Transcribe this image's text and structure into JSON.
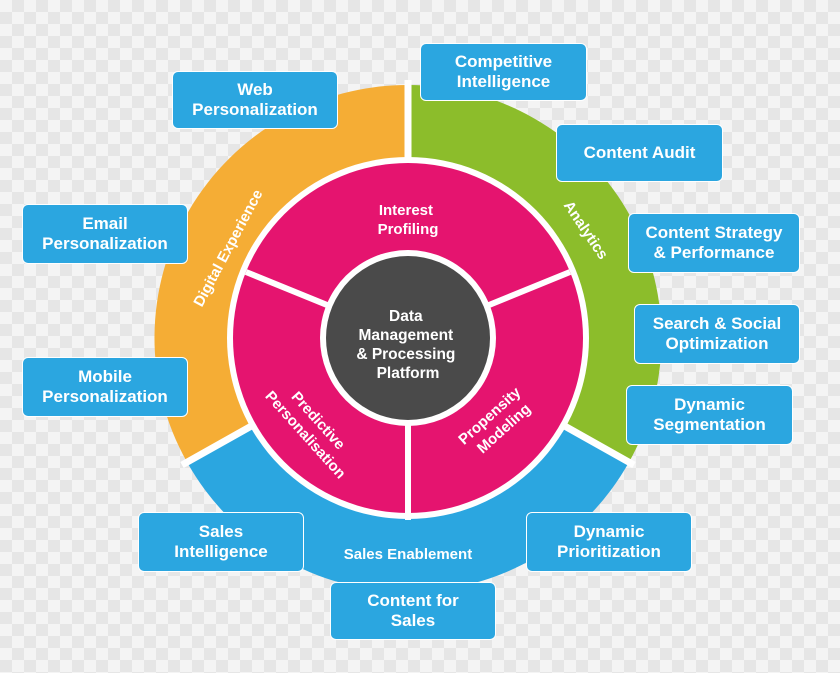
{
  "center": {
    "lines": [
      "Data",
      "Management",
      "& Processing",
      "Platform"
    ]
  },
  "inner_segments": {
    "interest": [
      "Interest",
      "Profiling"
    ],
    "propensity": [
      "Propensity",
      "Modeling"
    ],
    "predictive": [
      "Predictive",
      "Personalisation"
    ]
  },
  "outer_segments": {
    "digital": "Digital Experience",
    "analytics": "Analytics",
    "sales": "Sales Enablement"
  },
  "boxes": {
    "web_personalization": "Web\nPersonalization",
    "email_personalization": "Email\nPersonalization",
    "mobile_personalization": "Mobile\nPersonalization",
    "competitive_intelligence": "Competitive\nIntelligence",
    "content_audit": "Content Audit",
    "content_strategy": "Content Strategy\n& Performance",
    "search_social": "Search & Social\nOptimization",
    "dynamic_segmentation": "Dynamic\nSegmentation",
    "dynamic_prioritization": "Dynamic\nPrioritization",
    "sales_intelligence": "Sales\nIntelligence",
    "content_for_sales": "Content for\nSales"
  },
  "colors": {
    "digital": "#f5ad35",
    "analytics": "#8cbd2b",
    "sales": "#2ba6e0",
    "inner": "#e5146f",
    "center": "#4a4a4a",
    "box": "#2ba6e0"
  }
}
